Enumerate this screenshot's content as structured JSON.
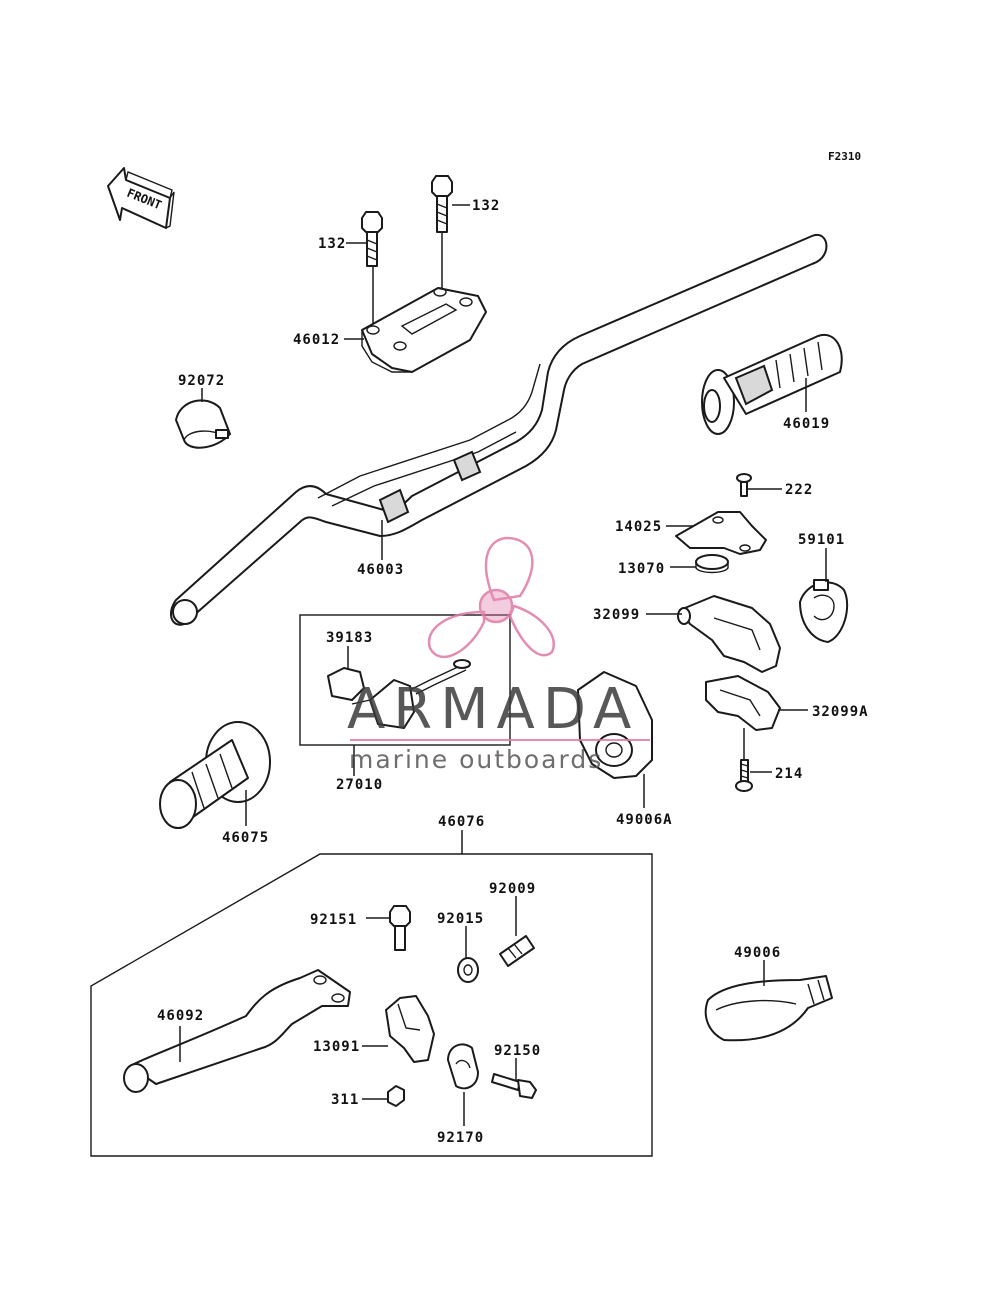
{
  "diagram_code": "F2310",
  "front_arrow_label": "FRONT",
  "part_labels": {
    "p132_left": "132",
    "p132_right": "132",
    "p46012": "46012",
    "p92072": "92072",
    "p46019": "46019",
    "p222": "222",
    "p14025": "14025",
    "p59101": "59101",
    "p13070": "13070",
    "p46003": "46003",
    "p32099": "32099",
    "p39183": "39183",
    "p32099A": "32099A",
    "p27010": "27010",
    "p214": "214",
    "p46075": "46075",
    "p49006A": "49006A",
    "p46076": "46076",
    "p92009": "92009",
    "p92151": "92151",
    "p92015": "92015",
    "p49006": "49006",
    "p46092": "46092",
    "p13091": "13091",
    "p92150": "92150",
    "p311": "311",
    "p92170": "92170"
  },
  "watermark": {
    "brand": "ARMADA",
    "tagline": "marine outboards",
    "brand_color": "#3c3c3c",
    "accent_color": "#e07aa6"
  },
  "colors": {
    "line": "#1a1a1a",
    "background": "#ffffff"
  }
}
